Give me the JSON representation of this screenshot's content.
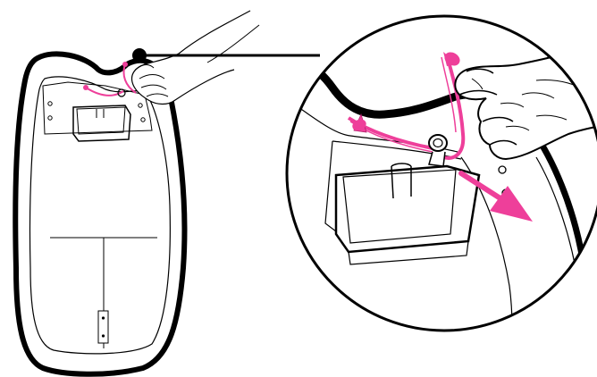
{
  "figure": {
    "kind": "instruction-illustration",
    "callout": "detail-zoom",
    "arrow_direction": "down-right"
  },
  "colors": {
    "line": "#000000",
    "highlight": "#ee3f9a",
    "background": "#ffffff"
  },
  "icons": {
    "hand": "hand-icon",
    "cord": "cord-icon",
    "arrow": "pull-arrow-icon",
    "magnifier": "detail-circle"
  }
}
